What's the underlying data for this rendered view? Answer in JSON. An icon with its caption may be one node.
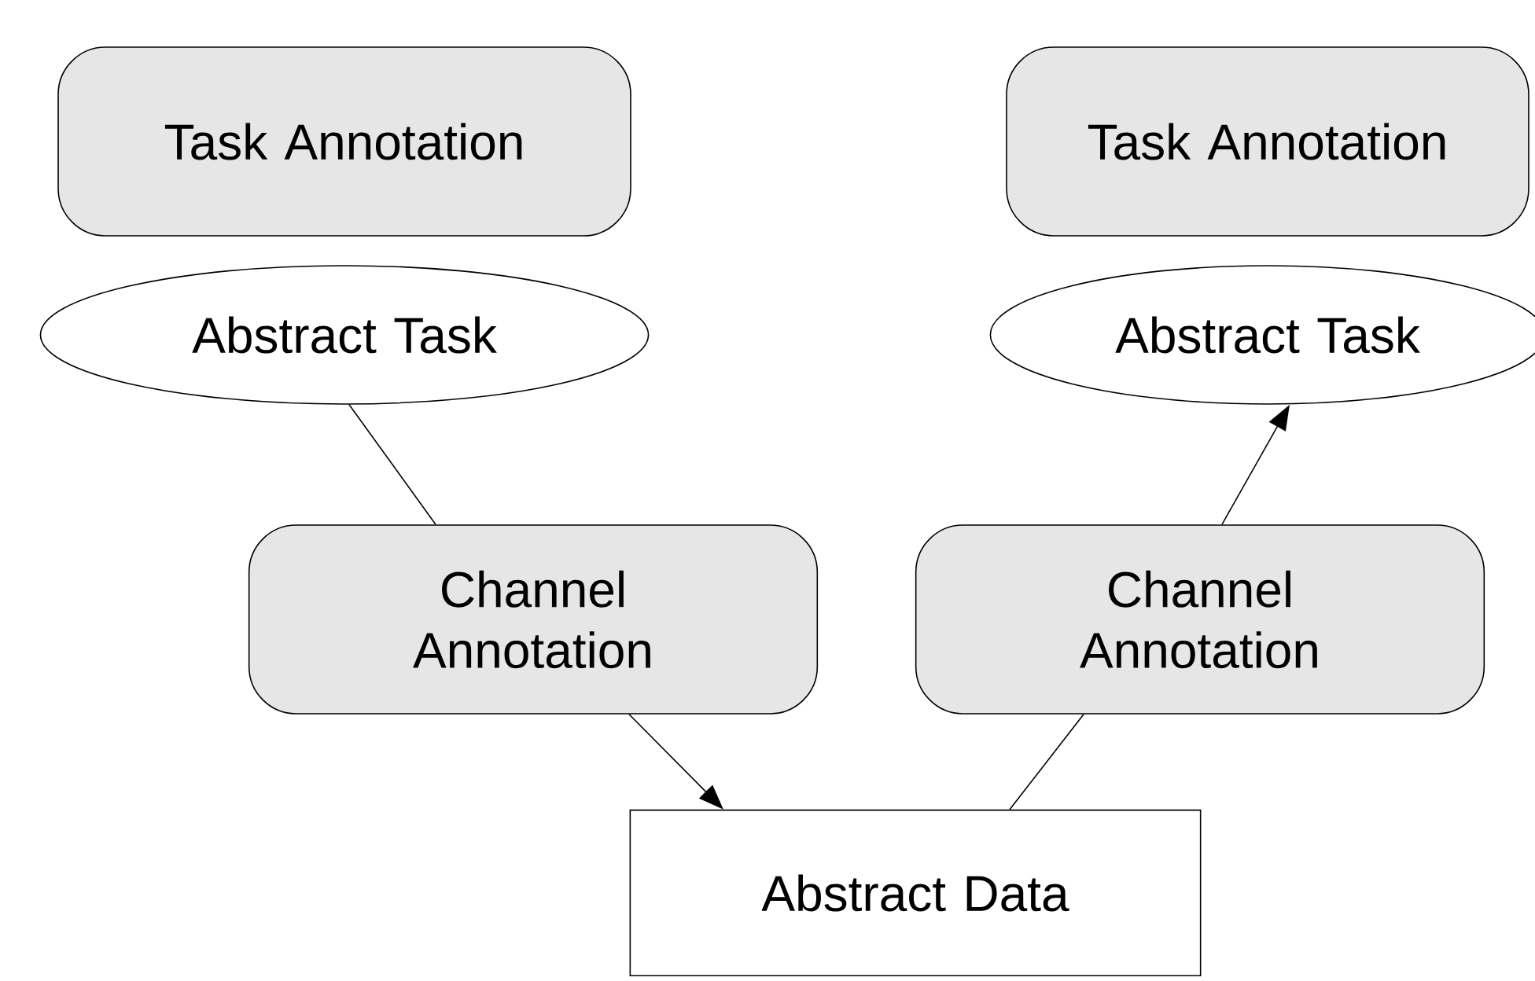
{
  "diagram": {
    "nodes": [
      {
        "text": [
          "Task Annotation"
        ]
      },
      {
        "text": [
          "Abstract Task"
        ]
      },
      {
        "text": [
          "Task Annotation"
        ]
      },
      {
        "text": [
          "Abstract Task"
        ]
      },
      {
        "text": [
          "Channel Annotation"
        ]
      },
      {
        "text": [
          "Channel Annotation"
        ]
      },
      {
        "text": [
          "Abstract Data"
        ]
      }
    ],
    "edges": [
      {
        "from": 1,
        "to": 4,
        "arrow": "none"
      },
      {
        "from": 4,
        "to": 6,
        "arrow": "to"
      },
      {
        "from": 6,
        "to": 5,
        "arrow": "none"
      },
      {
        "from": 5,
        "to": 3,
        "arrow": "to"
      }
    ]
  }
}
